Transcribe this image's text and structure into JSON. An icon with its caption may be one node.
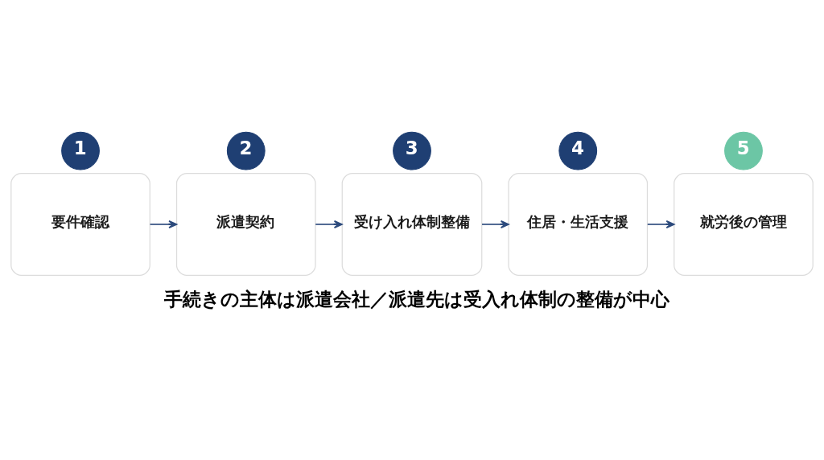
{
  "diagram": {
    "caption": "手続きの主体は派遣会社／派遣先は受入れ体制の整備が中心",
    "nodes": [
      {
        "text": [
          "1"
        ]
      },
      {
        "text": [
          "要件確認"
        ]
      },
      {
        "text": [
          "2"
        ]
      },
      {
        "text": [
          "派遣契約"
        ]
      },
      {
        "text": [
          "3"
        ]
      },
      {
        "text": [
          "受け入れ体制整備"
        ]
      },
      {
        "text": [
          "4"
        ]
      },
      {
        "text": [
          "住居・生活支援"
        ]
      },
      {
        "text": [
          "5"
        ]
      },
      {
        "text": [
          "就労後の管理"
        ]
      }
    ],
    "edges": [
      {
        "from": 1,
        "to": 3,
        "arrow": "to"
      },
      {
        "from": 3,
        "to": 5,
        "arrow": "to"
      },
      {
        "from": 5,
        "to": 7,
        "arrow": "to"
      },
      {
        "from": 7,
        "to": 9,
        "arrow": "to"
      }
    ]
  }
}
